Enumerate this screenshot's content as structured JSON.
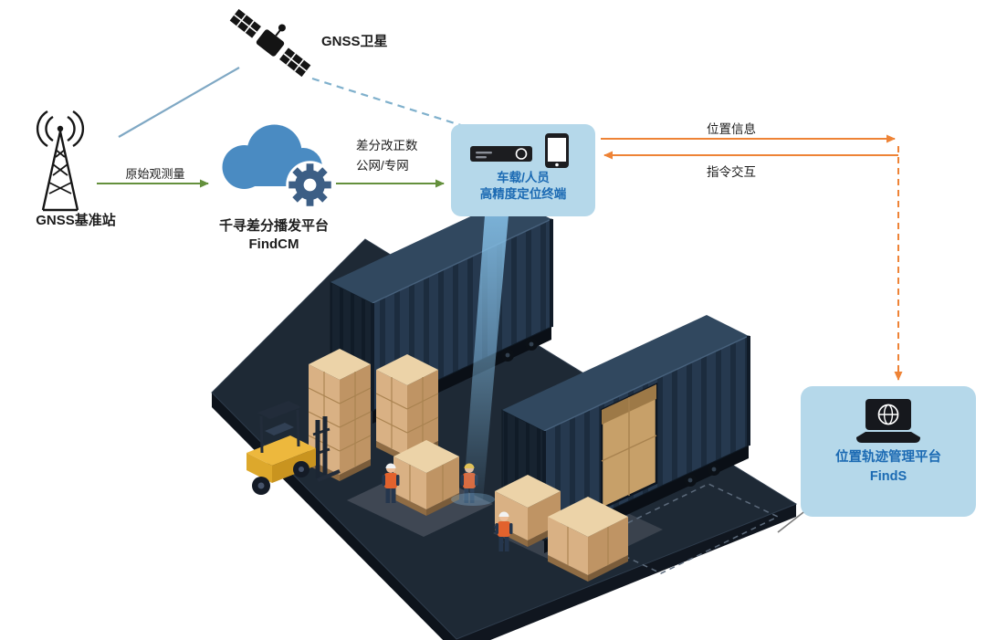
{
  "colors": {
    "bubble_bg": "#b5d8ea",
    "bubble_text_blue": "#1b6ab3",
    "arrow_green": "#64903c",
    "arrow_orange": "#ee8336",
    "link_blue": "#7fa8c4"
  },
  "satellite": {
    "label": "GNSS卫星"
  },
  "base_station": {
    "label": "GNSS基准站"
  },
  "cloud_platform": {
    "name": "千寻差分播发平台",
    "product": "FindCM"
  },
  "flows": {
    "base_to_cloud": "原始观测量",
    "correction_line1": "差分改正数",
    "correction_line2": "公网/专网",
    "position_info": "位置信息",
    "command_exchange": "指令交互"
  },
  "terminal": {
    "line1": "车载/人员",
    "line2": "高精度定位终端"
  },
  "management_platform": {
    "name": "位置轨迹管理平台",
    "product": "FindS"
  },
  "icons": {
    "satellite": "satellite-icon",
    "base_station": "radio-tower-icon",
    "cloud": "cloud-gear-icon",
    "terminal": "receiver-icon + smartphone-icon",
    "management_platform": "laptop-globe-icon"
  }
}
